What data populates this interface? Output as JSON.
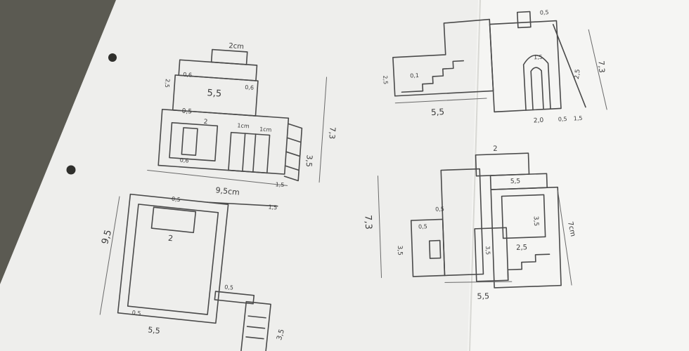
{
  "photo": {
    "colors": {
      "table": "#5b5a52",
      "paper_left": "#eeeeec",
      "paper_right": "#f5f5f3",
      "pencil": "#4a4a4a"
    }
  },
  "drawing_front_elevation": {
    "labels": {
      "top_width": "2cm",
      "width": "5,5",
      "height_total": "7,3",
      "height_lower": "3,5",
      "inner_a": "0,5",
      "inner_b": "2",
      "inner_c": "1cm",
      "inner_d": "1cm",
      "inner_e": "0,6",
      "inner_f": "0,6",
      "inner_g": "0,6",
      "left": "2,5",
      "small": "1,5"
    }
  },
  "drawing_floor_plan": {
    "labels": {
      "top": "9,5cm",
      "left": "9,5",
      "inner": "2",
      "right_top": "1,5",
      "bottom": "5,5",
      "wall": "0,5",
      "wall_b": "0,5",
      "stair": "3,5",
      "annex_top": "0,5"
    }
  },
  "drawing_side_elevation": {
    "labels": {
      "width": "5,5",
      "left": "2,5",
      "right": "2,5",
      "total": "7,3",
      "bottom_a": "2,0",
      "bottom_b": "0,5",
      "bottom_c": "1,5",
      "top_small": "0,5",
      "roof": "1,5",
      "stair": "0,1"
    }
  },
  "drawing_rear_elevation": {
    "labels": {
      "top": "2",
      "left_total": "7,3",
      "right_total": "7cm",
      "width": "5,5",
      "inner_width": "2,5",
      "inner_a": "5,5",
      "inner_b": "3,5",
      "inner_c": "3,5",
      "side_a": "0,5",
      "side_b": "3,5",
      "side_c": "0,5"
    }
  }
}
